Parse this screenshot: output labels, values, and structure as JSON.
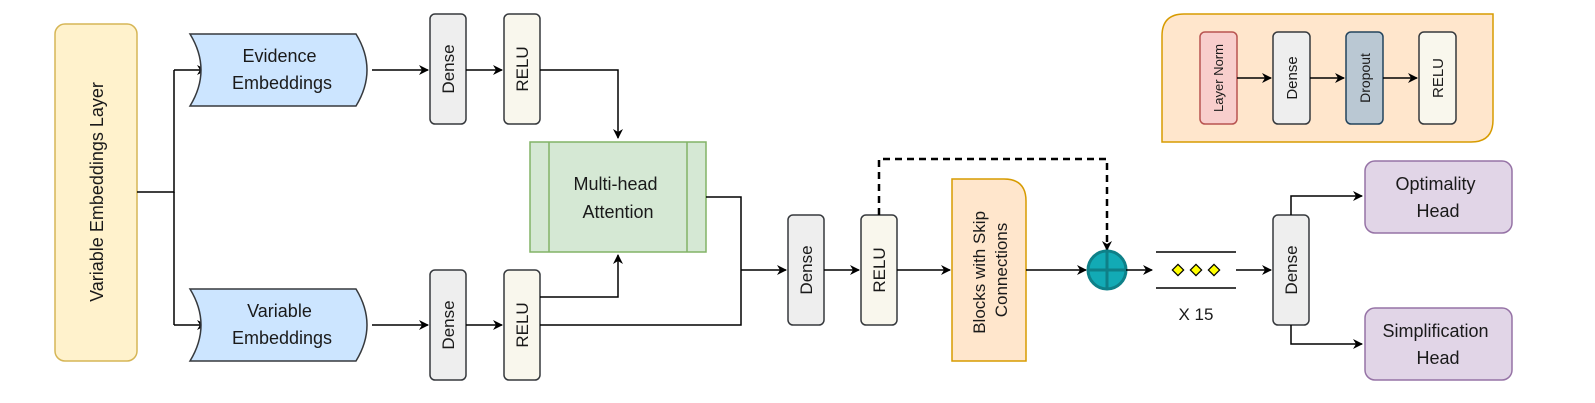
{
  "nodes": {
    "var_emb_layer": "Variable Embeddings Layer",
    "evidence_emb": [
      "Evidence",
      "Embeddings"
    ],
    "variable_emb": [
      "Variable",
      "Embeddings"
    ],
    "dense_top": "Dense",
    "relu_top": "RELU",
    "dense_bot": "Dense",
    "relu_bot": "RELU",
    "mha": [
      "Multi-head",
      "Attention"
    ],
    "dense_mid": "Dense",
    "relu_mid": "RELU",
    "skip_blocks": [
      "Blocks with Skip",
      "Connections"
    ],
    "repeat_label": "X 15",
    "dense_final": "Dense",
    "optimality_head": [
      "Optimality",
      "Head"
    ],
    "simplification_head": [
      "Simplification",
      "Head"
    ]
  },
  "legend": {
    "layer_norm": "Layer Norm",
    "dense": "Dense",
    "dropout": "Dropout",
    "relu": "RELU"
  },
  "colors": {
    "yellow_fill": "#fff2cc",
    "yellow_stroke": "#d6b656",
    "blue_fill": "#cce5ff",
    "blue_stroke": "#36393d",
    "gray_fill": "#eeeeee",
    "cream_fill": "#f9f7ed",
    "green_fill": "#d5e8d4",
    "green_stroke": "#82b366",
    "orange_fill": "#ffe6cc",
    "orange_stroke": "#d79b00",
    "purple_fill": "#e1d5e7",
    "purple_stroke": "#9673a6",
    "red_fill": "#f8cecc",
    "red_stroke": "#b85450",
    "dropout_fill": "#bac8d3",
    "teal": "#0e8088",
    "dot_fill": "#ffff00"
  }
}
